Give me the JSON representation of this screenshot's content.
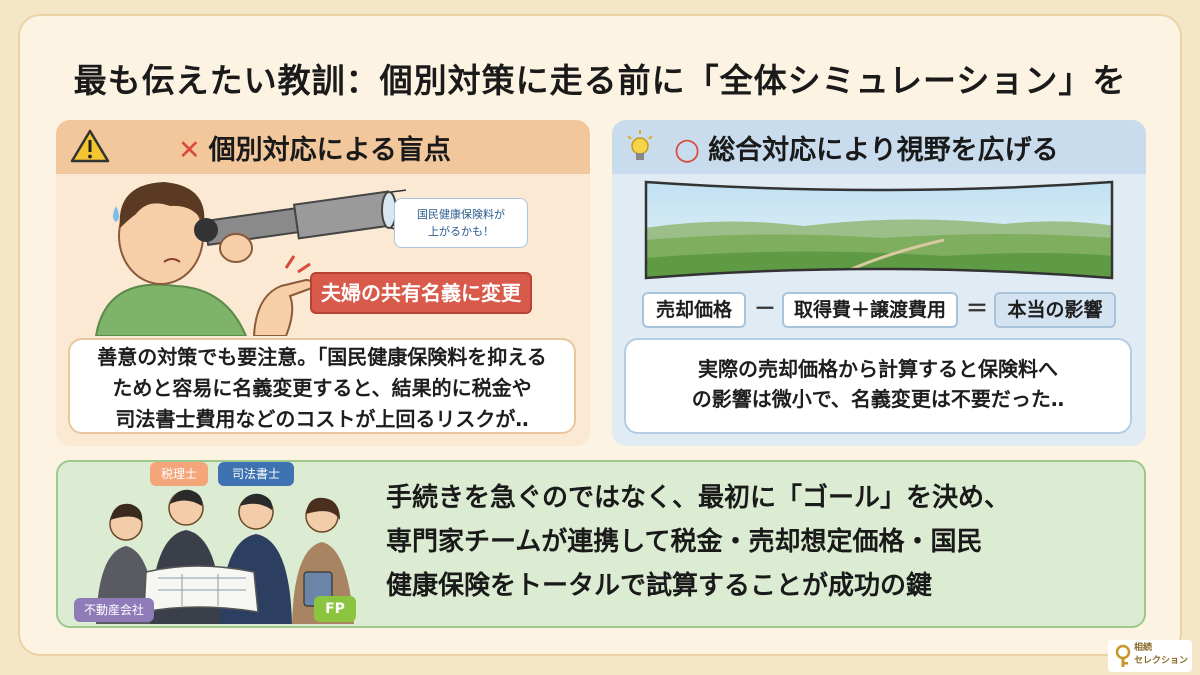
{
  "title": "最も伝えたい教訓：個別対策に走る前に「全体シミュレーション」を",
  "left_panel": {
    "mark": "✕",
    "heading": "個別対応による盲点",
    "speech_line1": "国民健康保険料が",
    "speech_line2": "上がるかも！",
    "action_label": "夫婦の共有名義に変更",
    "note_line1": "善意の対策でも要注意。「国民健康保険料を抑える",
    "note_line2": "ためと容易に名義変更すると、結果的に税金や",
    "note_line3": "司法書士費用などのコストが上回るリスクが‥"
  },
  "right_panel": {
    "mark": "○",
    "heading": "総合対応により視野を広げる",
    "formula": {
      "term1": "売却価格",
      "minus": "－",
      "term2": "取得費＋譲渡費用",
      "equals": "＝",
      "result": "本当の影響"
    },
    "note_line1": "実際の売却価格から計算すると保険料へ",
    "note_line2": "の影響は微小で、名義変更は不要だった‥"
  },
  "bottom_panel": {
    "tags": {
      "tax": "税理士",
      "scrivener": "司法書士",
      "realestate": "不動産会社",
      "fp": "FP"
    },
    "line1": "手続きを急ぐのではなく、最初に「ゴール」を決め、",
    "line2": "専門家チームが連携して税金・売却想定価格・国民",
    "line3": "健康保険をトータルで試算することが成功の鍵"
  },
  "logo": {
    "line1": "相続",
    "line2": "セレクション"
  },
  "colors": {
    "left_accent": "#f2c79c",
    "right_accent": "#c9dced",
    "bottom_accent": "#dcecd2",
    "cross": "#d94a3a",
    "circle": "#d94a3a"
  }
}
